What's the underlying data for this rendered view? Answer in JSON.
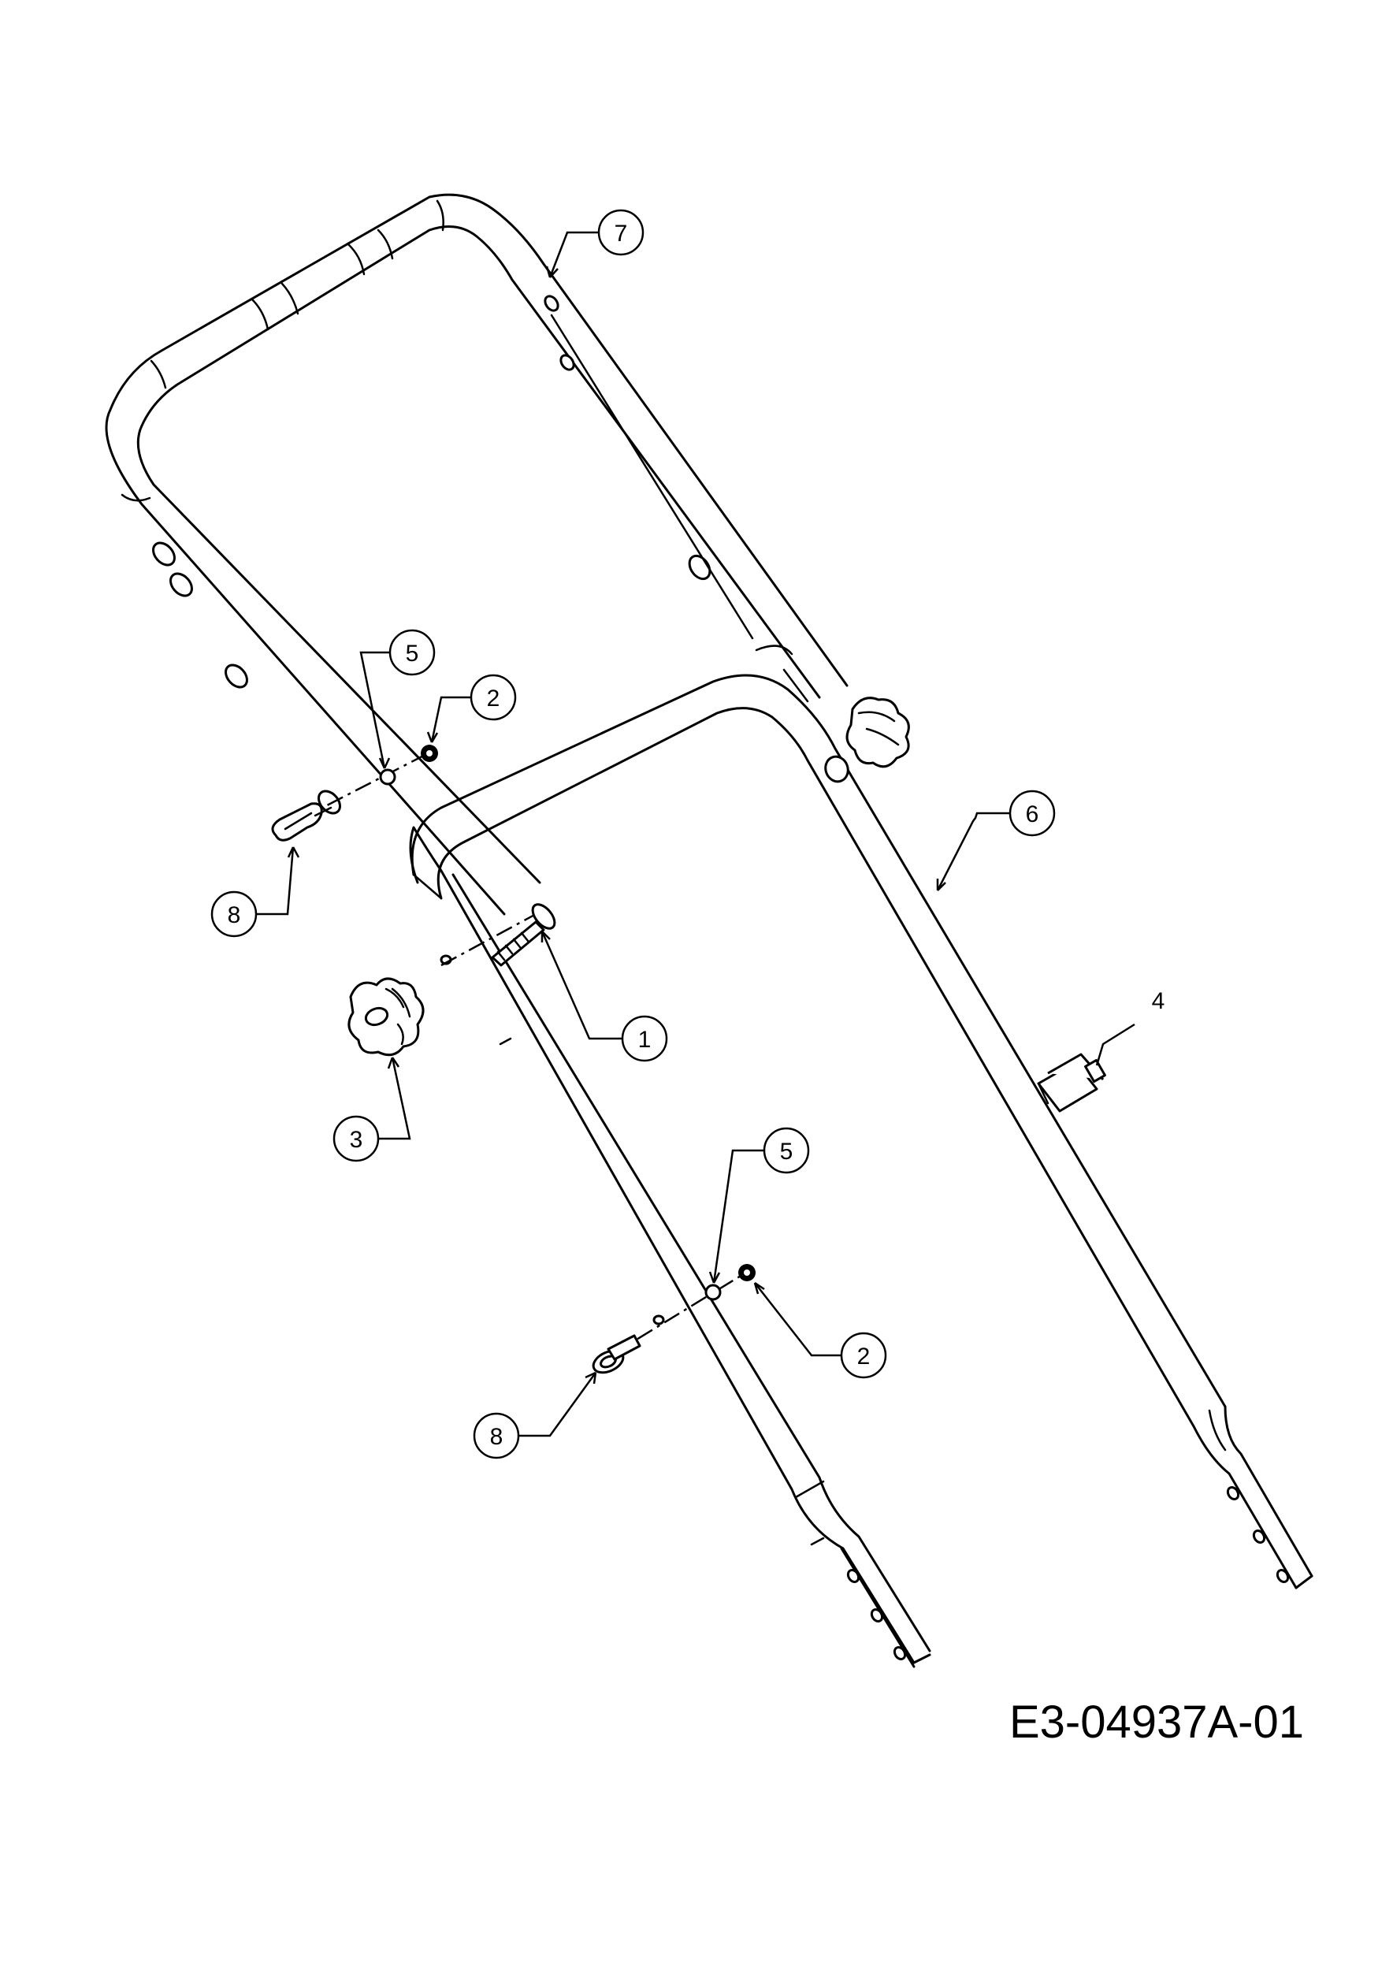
{
  "drawing_code": "E3-04937A-01",
  "callouts": [
    {
      "id": "c7",
      "label": "7"
    },
    {
      "id": "c5a",
      "label": "5"
    },
    {
      "id": "c2a",
      "label": "2"
    },
    {
      "id": "c6",
      "label": "6"
    },
    {
      "id": "c8a",
      "label": "8"
    },
    {
      "id": "c4",
      "label": "4"
    },
    {
      "id": "c1",
      "label": "1"
    },
    {
      "id": "c3",
      "label": "3"
    },
    {
      "id": "c5b",
      "label": "5"
    },
    {
      "id": "c2b",
      "label": "2"
    },
    {
      "id": "c8b",
      "label": "8"
    }
  ]
}
